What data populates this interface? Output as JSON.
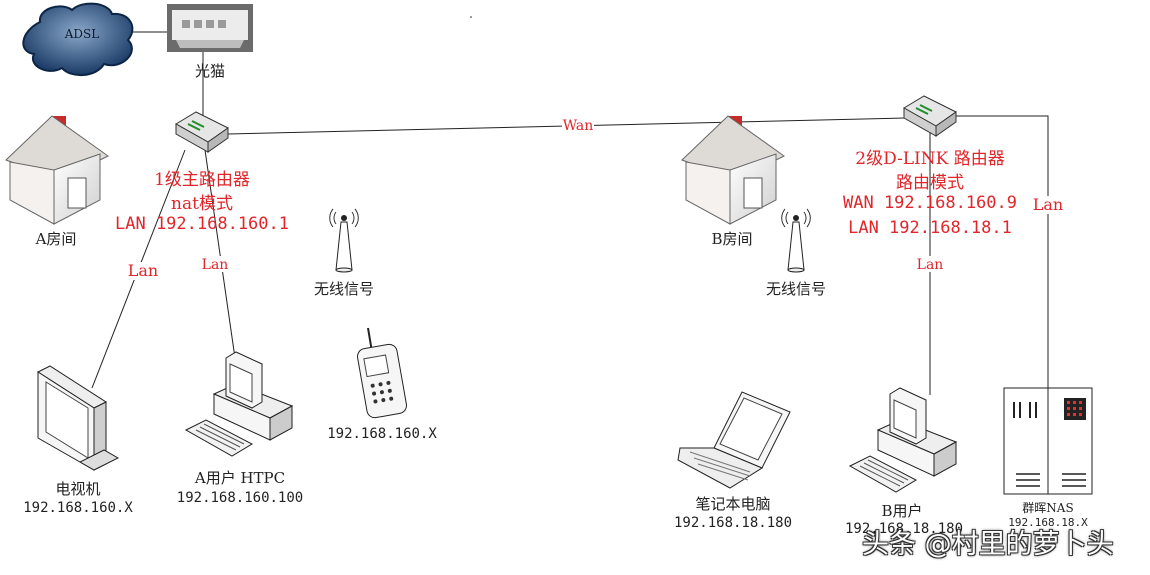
{
  "cloud": {
    "label": "ADSL"
  },
  "modem": {
    "label": "光猫"
  },
  "house_a": {
    "label": "A房间"
  },
  "house_b": {
    "label": "B房间"
  },
  "router1": {
    "title": "1级主路由器",
    "mode": "nat模式",
    "lan": "LAN 192.168.160.1"
  },
  "router2": {
    "title": "2级D-LINK 路由器",
    "mode": "路由模式",
    "wan": "WAN 192.168.160.9",
    "lan": "LAN 192.168.18.1"
  },
  "links": {
    "wan": "Wan",
    "lan_tv": "Lan",
    "lan_htpc": "Lan",
    "lan_b": "Lan",
    "lan_nas": "Lan"
  },
  "wireless_a": {
    "label": "无线信号"
  },
  "wireless_b": {
    "label": "无线信号"
  },
  "tv": {
    "name": "电视机",
    "ip": "192.168.160.X"
  },
  "htpc": {
    "name": "A用户 HTPC",
    "ip": "192.168.160.100"
  },
  "phone": {
    "ip": "192.168.160.X"
  },
  "laptop": {
    "name": "笔记本电脑",
    "ip": "192.168.18.180"
  },
  "user_b": {
    "name": "B用户",
    "ip": "192.168.18.180"
  },
  "nas": {
    "name": "群晖NAS",
    "ip": "192.168.18.X"
  },
  "watermark": "头条 @村里的萝卜头",
  "colors": {
    "cloud": "#1a3b66",
    "router": "#d8d8d8",
    "label_red": "#e0262a",
    "roof": "#d9d4cf",
    "chimney": "#c92a2a"
  }
}
